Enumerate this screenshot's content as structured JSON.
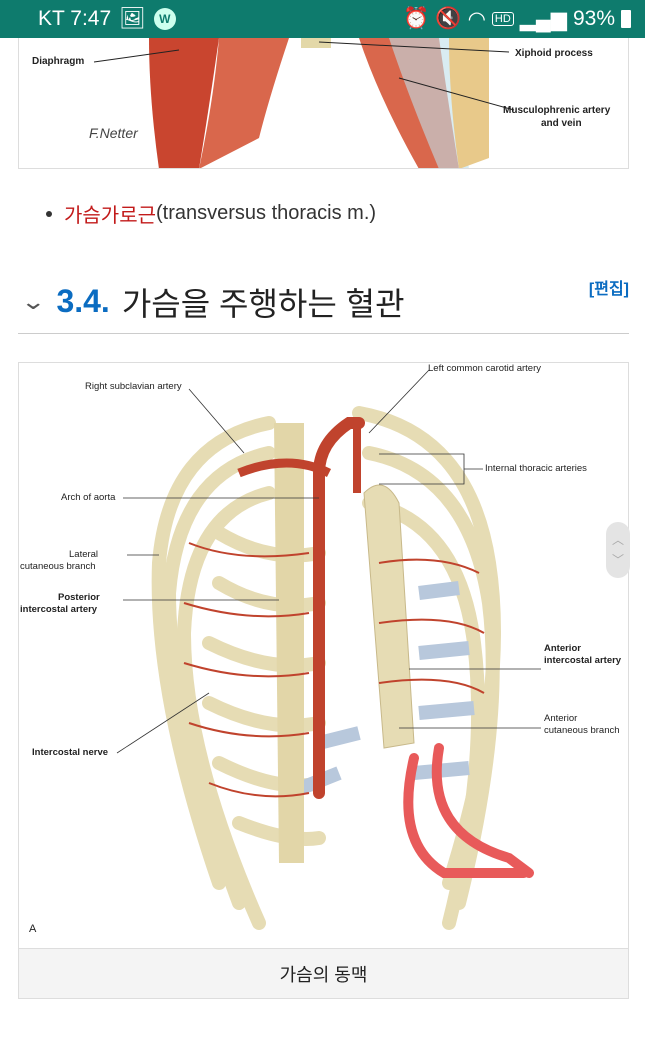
{
  "status_bar": {
    "carrier_time": "KT 7:47",
    "app_badge": "W",
    "network": "HD",
    "battery": "93%"
  },
  "top_figure": {
    "labels": {
      "diaphragm": "Diaphragm",
      "xiphoid": "Xiphoid process",
      "musculophrenic_1": "Musculophrenic artery",
      "musculophrenic_2": "and vein"
    }
  },
  "bullet": {
    "link": "가슴가로근",
    "text": "(transversus thoracis m.)"
  },
  "section": {
    "number": "3.4.",
    "title": "가슴을 주행하는 혈관",
    "edit": "[편집]"
  },
  "figure": {
    "labels": {
      "left_carotid": "Left common carotid artery",
      "right_subclavian": "Right subclavian artery",
      "internal_thoracic": "Internal thoracic arteries",
      "arch": "Arch of aorta",
      "lateral_1": "Lateral",
      "lateral_2": "cutaneous branch",
      "posterior_1": "Posterior",
      "posterior_2": "intercostal artery",
      "anterior_1": "Anterior",
      "anterior_2": "intercostal artery",
      "ant_cut_1": "Anterior",
      "ant_cut_2": "cutaneous branch",
      "intercostal_nerve": "Intercostal nerve",
      "panel": "A"
    },
    "caption": "가슴의 동맥"
  },
  "colors": {
    "status": "#0e7b6d",
    "link": "#c21a1a",
    "heading": "#0b6cc1"
  }
}
